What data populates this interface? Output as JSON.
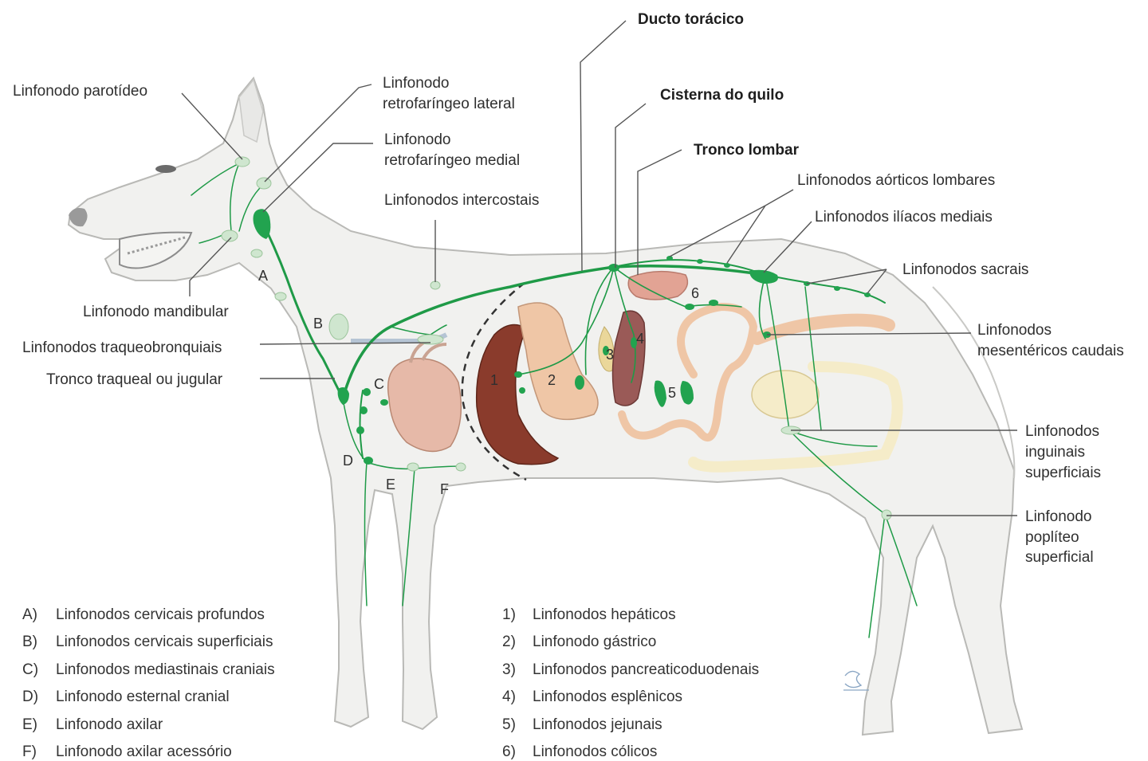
{
  "labels": {
    "ducto_toracico": "Ducto torácico",
    "cisterna_quilo": "Cisterna do quilo",
    "tronco_lombar": "Tronco lombar",
    "parotideo": "Linfonodo parotídeo",
    "retro_lateral_1": "Linfonodo",
    "retro_lateral_2": "retrofaríngeo lateral",
    "retro_medial_1": "Linfonodo",
    "retro_medial_2": "retrofaríngeo medial",
    "intercostais": "Linfonodos intercostais",
    "aorticos_lombares": "Linfonodos aórticos lombares",
    "iliacos_mediais": "Linfonodos ilíacos mediais",
    "sacrais": "Linfonodos sacrais",
    "mesentericos_1": "Linfonodos",
    "mesentericos_2": "mesentéricos caudais",
    "mandibular": "Linfonodo mandibular",
    "traqueobronquiais": "Linfonodos traqueobronquiais",
    "tronco_traqueal": "Tronco traqueal ou jugular",
    "inguinais_1": "Linfonodos",
    "inguinais_2": "inguinais",
    "inguinais_3": "superficiais",
    "popliteo_1": "Linfonodo",
    "popliteo_2": "poplíteo",
    "popliteo_3": "superficial"
  },
  "markers": {
    "A": "A",
    "B": "B",
    "C": "C",
    "D": "D",
    "E": "E",
    "F": "F",
    "n1": "1",
    "n2": "2",
    "n3": "3",
    "n4": "4",
    "n5": "5",
    "n6": "6"
  },
  "legend_letters": [
    {
      "key": "A)",
      "text": "Linfonodos cervicais profundos"
    },
    {
      "key": "B)",
      "text": "Linfonodos cervicais superficiais"
    },
    {
      "key": "C)",
      "text": "Linfonodos mediastinais craniais"
    },
    {
      "key": "D)",
      "text": "Linfonodo esternal cranial"
    },
    {
      "key": "E)",
      "text": "Linfonodo axilar"
    },
    {
      "key": "F)",
      "text": "Linfonodo axilar acessório"
    }
  ],
  "legend_numbers": [
    {
      "key": "1)",
      "text": "Linfonodos hepáticos"
    },
    {
      "key": "2)",
      "text": "Linfonodo gástrico"
    },
    {
      "key": "3)",
      "text": "Linfonodos pancreaticoduodenais"
    },
    {
      "key": "4)",
      "text": "Linfonodos esplênicos"
    },
    {
      "key": "5)",
      "text": "Linfonodos jejunais"
    },
    {
      "key": "6)",
      "text": "Linfonodos cólicos"
    }
  ],
  "colors": {
    "vessel": "#1f9a47",
    "node": "#22a34f",
    "body_fill": "#f1f1ef",
    "body_outline": "#b9b9b6",
    "liver": "#8a3b2c",
    "heart": "#e6b9a8",
    "intestine": "#efc6a6",
    "spleen": "#9a5a57",
    "kidney": "#e2a394",
    "bladder": "#f5ecc9"
  }
}
